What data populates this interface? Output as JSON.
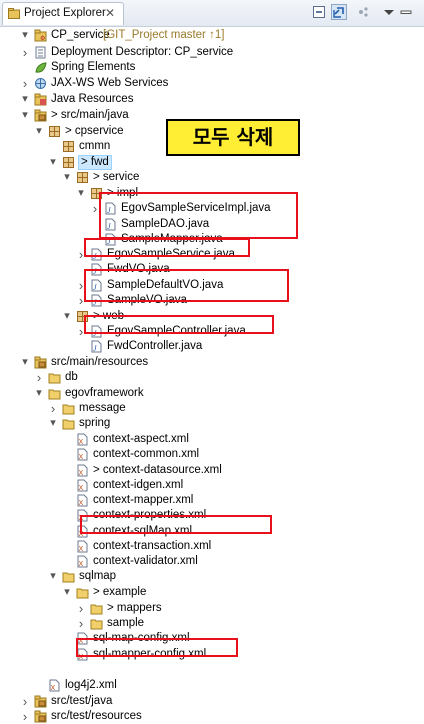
{
  "view": {
    "tab_label": "Project Explorer",
    "tab_close": "✕",
    "toolbar": [
      "collapse-all-icon",
      "link-with-editor-icon",
      "focus-icon",
      "view-menu-icon"
    ]
  },
  "overlay_label": "모두 삭제",
  "tree": [
    {
      "label": "CP_service",
      "extra": " [GIT_Project master ↑1]",
      "icon": "project"
    },
    {
      "label": "Deployment Descriptor: CP_service",
      "icon": "descriptor"
    },
    {
      "label": "Spring Elements",
      "icon": "spring"
    },
    {
      "label": "JAX-WS Web Services",
      "icon": "webservice"
    },
    {
      "label": "Java Resources",
      "icon": "javares"
    },
    {
      "label": "src/main/java",
      "dirty": true,
      "icon": "srcfolder"
    },
    {
      "label": "cpservice",
      "dirty": true,
      "icon": "package"
    },
    {
      "label": "cmmn",
      "icon": "package"
    },
    {
      "label": "fwd",
      "dirty": true,
      "icon": "package"
    },
    {
      "label": "service",
      "dirty": true,
      "icon": "package"
    },
    {
      "label": "impl",
      "dirty": true,
      "icon": "package"
    },
    {
      "label": "EgovSampleServiceImpl.java",
      "icon": "java"
    },
    {
      "label": "SampleDAO.java",
      "icon": "java"
    },
    {
      "label": "SampleMapper.java",
      "icon": "java"
    },
    {
      "label": "EgovSampleService.java",
      "icon": "java"
    },
    {
      "label": "FwdVO.java",
      "icon": "java"
    },
    {
      "label": "SampleDefaultVO.java",
      "icon": "java"
    },
    {
      "label": "SampleVO.java",
      "icon": "java"
    },
    {
      "label": "web",
      "dirty": true,
      "icon": "package"
    },
    {
      "label": "EgovSampleController.java",
      "icon": "java"
    },
    {
      "label": "FwdController.java",
      "icon": "java"
    },
    {
      "label": "src/main/resources",
      "icon": "srcfolder"
    },
    {
      "label": "db",
      "icon": "folder"
    },
    {
      "label": "egovframework",
      "icon": "folder"
    },
    {
      "label": "message",
      "icon": "folder"
    },
    {
      "label": "spring",
      "icon": "folder"
    },
    {
      "label": "context-aspect.xml",
      "icon": "xml"
    },
    {
      "label": "context-common.xml",
      "icon": "xml"
    },
    {
      "label": "context-datasource.xml",
      "dirty": true,
      "icon": "xml"
    },
    {
      "label": "context-idgen.xml",
      "icon": "xml"
    },
    {
      "label": "context-mapper.xml",
      "icon": "xml"
    },
    {
      "label": "context-properties.xml",
      "icon": "xml"
    },
    {
      "label": "context-sqlMap.xml",
      "icon": "xml"
    },
    {
      "label": "context-transaction.xml",
      "icon": "xml"
    },
    {
      "label": "context-validator.xml",
      "icon": "xml"
    },
    {
      "label": "sqlmap",
      "icon": "folder"
    },
    {
      "label": "example",
      "dirty": true,
      "icon": "folder"
    },
    {
      "label": "mappers",
      "dirty": true,
      "icon": "folder"
    },
    {
      "label": "sample",
      "icon": "folder"
    },
    {
      "label": "sql-map-config.xml",
      "icon": "xml"
    },
    {
      "label": "sql-mapper-config.xml",
      "icon": "xml"
    },
    {
      "label": "log4j2.xml",
      "icon": "xml"
    },
    {
      "label": "src/test/java",
      "icon": "srcfolder"
    },
    {
      "label": "src/test/resources",
      "icon": "srcfolder"
    }
  ],
  "colors": {
    "highlight_box": "#e8101a",
    "overlay_bg": "#ffee33",
    "selection": "#cce8ff"
  }
}
